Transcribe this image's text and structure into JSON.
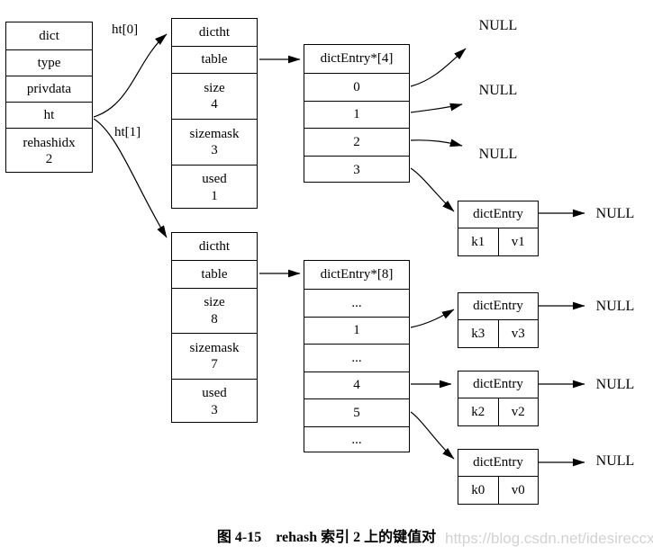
{
  "labels": {
    "ht0": "ht[0]",
    "ht1": "ht[1]",
    "null": "NULL"
  },
  "dict": {
    "cells": [
      {
        "t": "dict"
      },
      {
        "t": "type"
      },
      {
        "t": "privdata"
      },
      {
        "t": "ht"
      },
      {
        "t": "rehashidx",
        "v": "2"
      }
    ]
  },
  "ht0_table": {
    "cells": [
      {
        "t": "dictht"
      },
      {
        "t": "table"
      },
      {
        "t": "size",
        "v": "4"
      },
      {
        "t": "sizemask",
        "v": "3"
      },
      {
        "t": "used",
        "v": "1"
      }
    ]
  },
  "ht1_table": {
    "cells": [
      {
        "t": "dictht"
      },
      {
        "t": "table"
      },
      {
        "t": "size",
        "v": "8"
      },
      {
        "t": "sizemask",
        "v": "7"
      },
      {
        "t": "used",
        "v": "3"
      }
    ]
  },
  "array4": {
    "header": "dictEntry*[4]",
    "slots": [
      "0",
      "1",
      "2",
      "3"
    ]
  },
  "array8": {
    "header": "dictEntry*[8]",
    "slots": [
      "...",
      "1",
      "...",
      "4",
      "5",
      "..."
    ]
  },
  "entry_k1": {
    "title": "dictEntry",
    "key": "k1",
    "value": "v1"
  },
  "entry_k3": {
    "title": "dictEntry",
    "key": "k3",
    "value": "v3"
  },
  "entry_k2": {
    "title": "dictEntry",
    "key": "k2",
    "value": "v2"
  },
  "entry_k0": {
    "title": "dictEntry",
    "key": "k0",
    "value": "v0"
  },
  "caption": {
    "text": "图 4-15　rehash 索引 2 上的键值对",
    "watermark": "https://blog.csdn.net/idesireccx"
  },
  "colors": {
    "line": "#000000",
    "background": "#ffffff",
    "watermark": "#d2d2d2"
  }
}
